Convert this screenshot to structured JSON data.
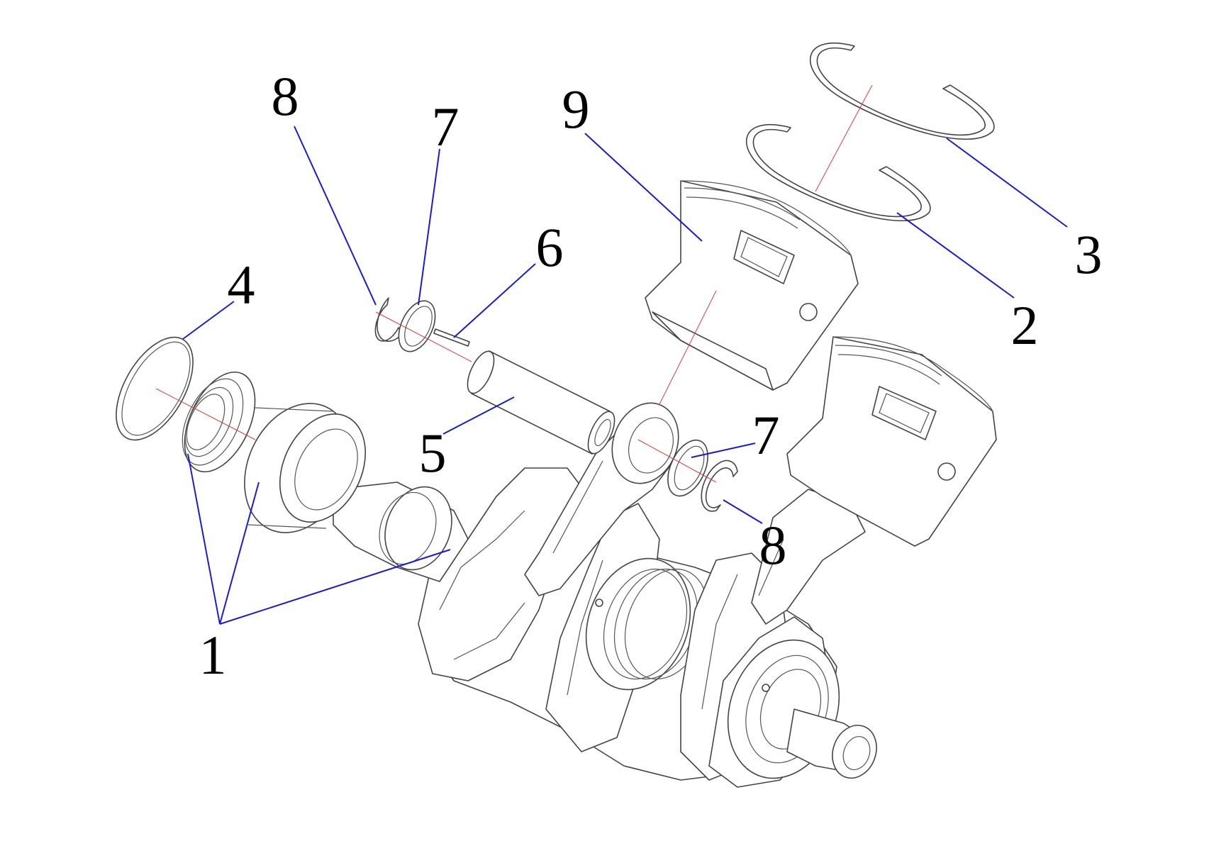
{
  "diagram": {
    "colors": {
      "leader": "#1a1ad6",
      "axis": "#e23a3a",
      "outline": "#444444"
    },
    "callouts": {
      "c1": "1",
      "c2": "2",
      "c3": "3",
      "c4": "4",
      "c5": "5",
      "c6": "6",
      "c7a": "7",
      "c7b": "7",
      "c8a": "8",
      "c8b": "8",
      "c9": "9"
    }
  }
}
